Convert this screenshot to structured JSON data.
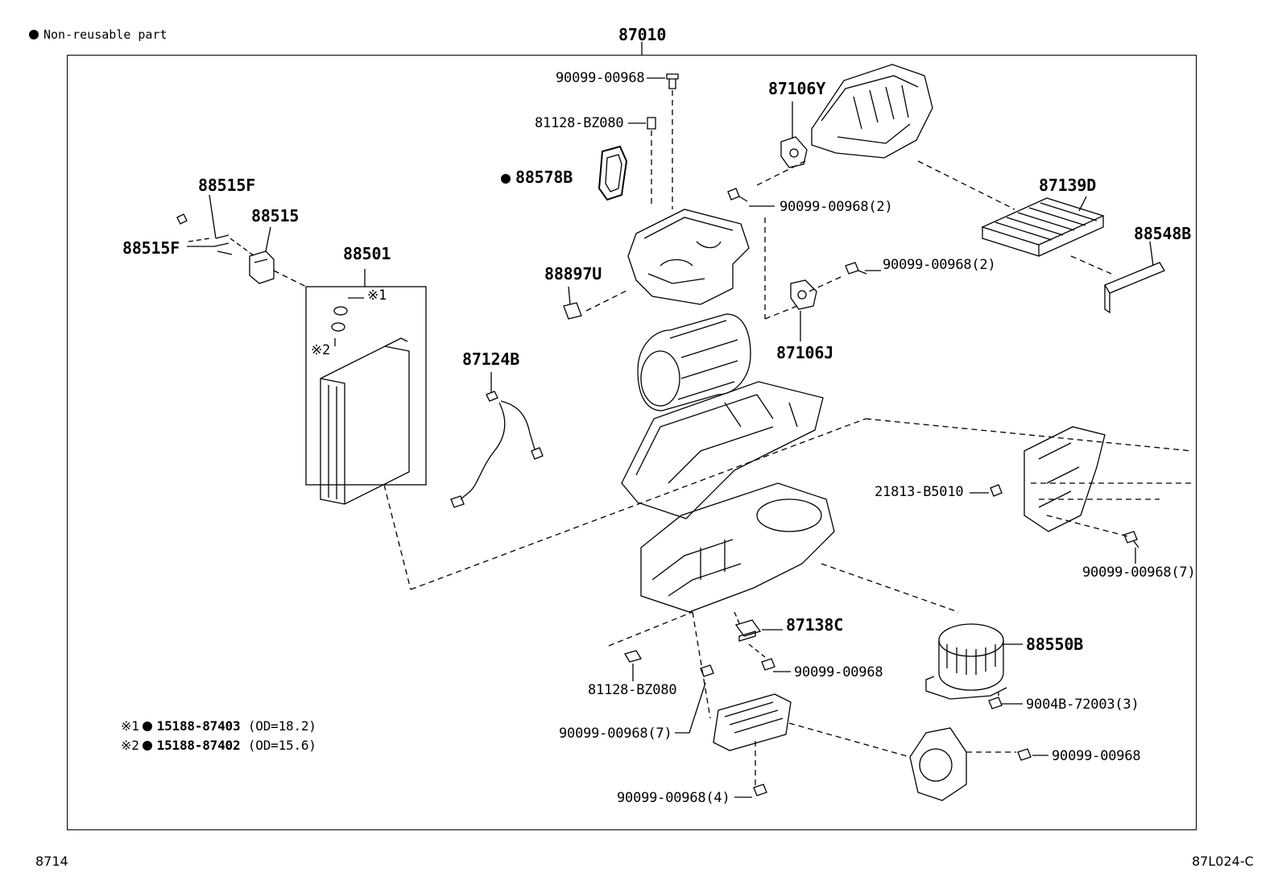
{
  "legend": {
    "symbol": "●",
    "text": "Non-reusable part"
  },
  "main_part": "87010",
  "parts": {
    "p_90099_top": "90099-00968",
    "p_81128_top": "81128-BZ080",
    "p_88578B": "88578B",
    "p_87106Y": "87106Y",
    "p_90099_2a": "90099-00968(2)",
    "p_87139D": "87139D",
    "p_88515F_a": "88515F",
    "p_88515": "88515",
    "p_88515F_b": "88515F",
    "p_88501": "88501",
    "p_mark1": "※1",
    "p_mark2": "※2",
    "p_88897U": "88897U",
    "p_90099_2b": "90099-00968(2)",
    "p_88548B": "88548B",
    "p_87106J": "87106J",
    "p_87124B": "87124B",
    "p_21813": "21813-B5010",
    "p_90099_7a": "90099-00968(7)",
    "p_87138C": "87138C",
    "p_88550B": "88550B",
    "p_81128_bot": "81128-BZ080",
    "p_90099_mid": "90099-00968",
    "p_9004B": "9004B-72003(3)",
    "p_90099_7b": "90099-00968(7)",
    "p_90099_right": "90099-00968",
    "p_90099_4": "90099-00968(4)"
  },
  "notes": [
    {
      "mark": "※1",
      "part": "15188-87403",
      "spec": "(OD=18.2)"
    },
    {
      "mark": "※2",
      "part": "15188-87402",
      "spec": "(OD=15.6)"
    }
  ],
  "footer": {
    "left": "8714",
    "right": "87L024-C"
  }
}
